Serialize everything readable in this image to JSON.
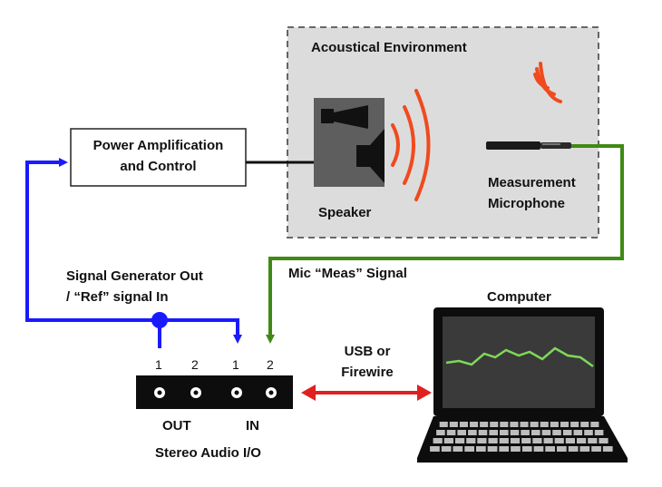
{
  "colors": {
    "blue_wire": "#1a1aff",
    "green_wire": "#3f8a14",
    "red_arrow": "#e02020",
    "wave_orange": "#f04a1e",
    "env_fill": "#dcdcdc",
    "env_border": "#555555",
    "screen_bg": "#3a3a3a",
    "screen_line": "#7ed957"
  },
  "environment": {
    "title": "Acoustical Environment"
  },
  "speaker": {
    "label": "Speaker"
  },
  "microphone": {
    "label_line1": "Measurement",
    "label_line2": "Microphone"
  },
  "power_box": {
    "line1": "Power Amplification",
    "line2": "and Control"
  },
  "signals": {
    "gen_line1": "Signal Generator Out",
    "gen_line2": "/ “Ref” signal In",
    "mic": "Mic “Meas” Signal"
  },
  "audio_io": {
    "title": "Stereo Audio I/O",
    "out_label": "OUT",
    "in_label": "IN",
    "ports": [
      "1",
      "2",
      "1",
      "2"
    ]
  },
  "link": {
    "line1": "USB or",
    "line2": "Firewire"
  },
  "computer": {
    "label": "Computer"
  },
  "icons": [
    "speaker-icon",
    "microphone-icon",
    "laptop-icon",
    "sound-wave-icon"
  ]
}
